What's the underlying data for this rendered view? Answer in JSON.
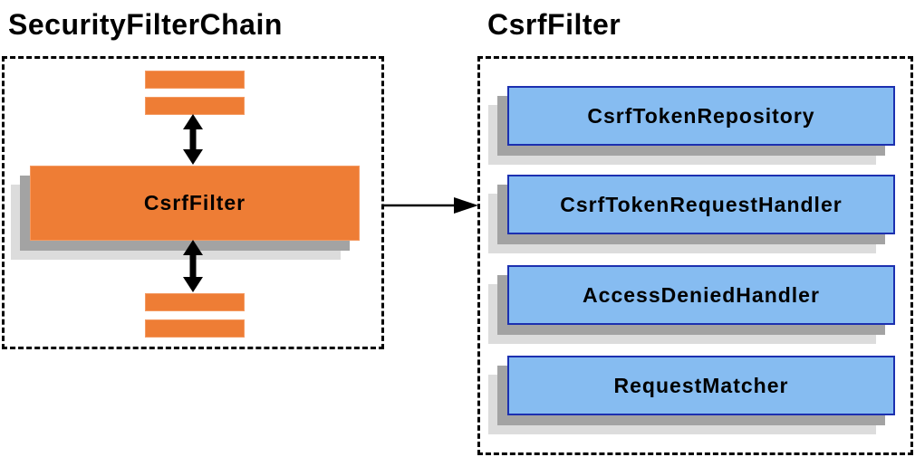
{
  "colors": {
    "orange": "#ee7d35",
    "orange_border": "#f49a62",
    "blue": "#86bcf1",
    "blue_border": "#1c30b0",
    "shadow_dark": "#a3a3a3",
    "shadow_light": "#dcdcdc",
    "text": "#000000",
    "bg": "#ffffff"
  },
  "left_panel": {
    "title": "SecurityFilterChain",
    "filter_box_label": "CsrfFilter",
    "top_bar_count": 2,
    "bottom_bar_count": 2
  },
  "right_panel": {
    "title": "CsrfFilter",
    "boxes": [
      {
        "label": "CsrfTokenRepository"
      },
      {
        "label": "CsrfTokenRequestHandler"
      },
      {
        "label": "AccessDeniedHandler"
      },
      {
        "label": "RequestMatcher"
      }
    ]
  },
  "connections": {
    "filter_chain_vertical": "bidirectional",
    "csrf_filter_to_panel": "right"
  }
}
